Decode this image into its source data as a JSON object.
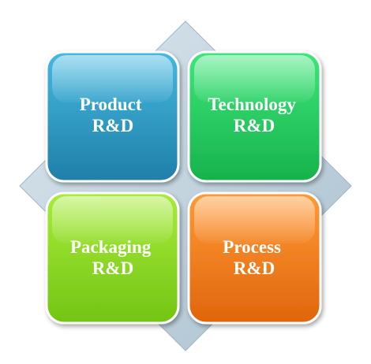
{
  "quadrants": [
    {
      "line1": "Product",
      "line2": "R&D",
      "color": "#2f9fc9"
    },
    {
      "line1": "Technology",
      "line2": "R&D",
      "color": "#27d462"
    },
    {
      "line1": "Packaging",
      "line2": "R&D",
      "color": "#8fdc22"
    },
    {
      "line1": "Process",
      "line2": "R&D",
      "color": "#f57d1c"
    }
  ],
  "backdrop_color": "#c5d5e0"
}
